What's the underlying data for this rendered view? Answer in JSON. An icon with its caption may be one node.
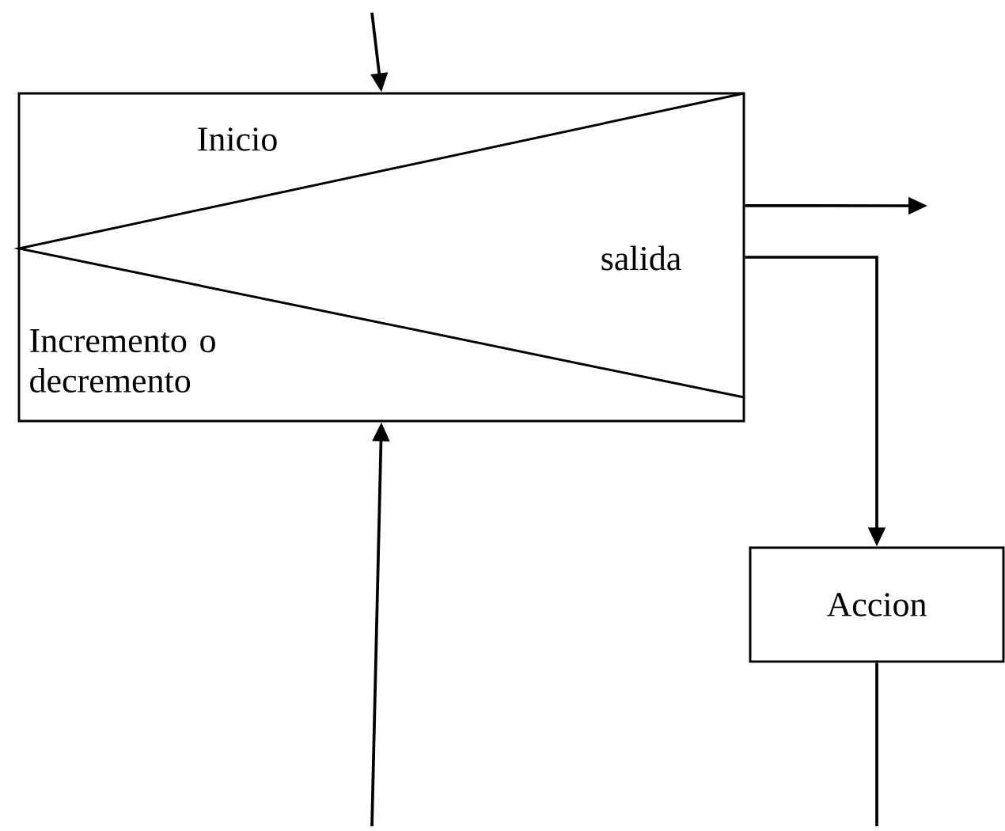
{
  "diagram": {
    "nodes": [
      {
        "text": [
          "Inicio",
          "salida",
          "Incremento o decremento"
        ]
      },
      {
        "text": [
          "Accion"
        ]
      }
    ],
    "edges": [
      {
        "from": null,
        "to": 0,
        "arrow": "to"
      },
      {
        "from": 0,
        "to": null,
        "arrow": "to"
      },
      {
        "from": 0,
        "to": 1,
        "arrow": "to"
      },
      {
        "from": 1,
        "to": null,
        "arrow": "none"
      },
      {
        "from": null,
        "to": 0,
        "arrow": "to"
      }
    ]
  }
}
